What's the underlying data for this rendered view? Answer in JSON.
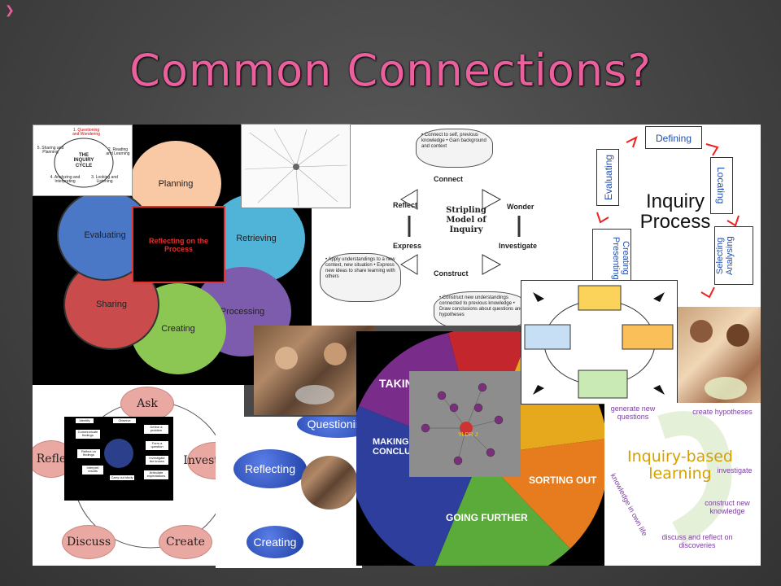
{
  "slide": {
    "title": "Common Connections?",
    "title_color": "#e9609c"
  },
  "panel_circles": {
    "center_label": "Reflecting on the Process",
    "items": [
      "Planning",
      "Retrieving",
      "Processing",
      "Creating",
      "Sharing",
      "Evaluating"
    ],
    "inquiry_cycle": {
      "title": "THE INQUIRY CYCLE",
      "steps": [
        "1. Questioning and Wondering",
        "2. Reading and Learning",
        "3. Looking and Listening",
        "4. Analyzing and Interpreting",
        "5. Sharing and Planning"
      ]
    }
  },
  "panel_stripling": {
    "title": "Stripling Model of Inquiry",
    "nodes": [
      "Connect",
      "Wonder",
      "Investigate",
      "Construct",
      "Express",
      "Reflect"
    ],
    "notes": [
      "• Connect to self, previous knowledge • Gain background and context",
      "• Apply understandings to a new context, new situation • Express new ideas to share learning with others",
      "• Construct new understandings connected to previous knowledge • Draw conclusions about questions and hypotheses"
    ]
  },
  "panel_process": {
    "title": "Inquiry Process",
    "steps": [
      "Defining",
      "Locating",
      "Selecting Analysing",
      "Creating Presenting",
      "Evaluating"
    ]
  },
  "panel_cycle": {
    "items": [
      "Ask",
      "Investigate",
      "Create",
      "Discuss",
      "Refle"
    ]
  },
  "panel_blue": {
    "items": [
      "Questioning",
      "Reflecting",
      "Creating"
    ]
  },
  "panel_wheel": {
    "segments": [
      "TAKING",
      "MAKING CONCLUSIONS",
      "GOING FURTHER",
      "SORTING OUT"
    ],
    "network_label": "YLDR J"
  },
  "panel_ibl": {
    "title": "Inquiry-based learning",
    "items": [
      "generate new questions",
      "create hypotheses",
      "investigate",
      "construct new knowledge",
      "discuss and reflect on discoveries",
      "knowledge in own life"
    ]
  },
  "panel_obs": {
    "center": "",
    "items": [
      "Observe",
      "Define a problem",
      "Form a question",
      "Investigate the known",
      "Articulate expectations",
      "Carry out study",
      "Interpret results",
      "Reflect on findings",
      "Communicate findings",
      "Identify"
    ]
  }
}
